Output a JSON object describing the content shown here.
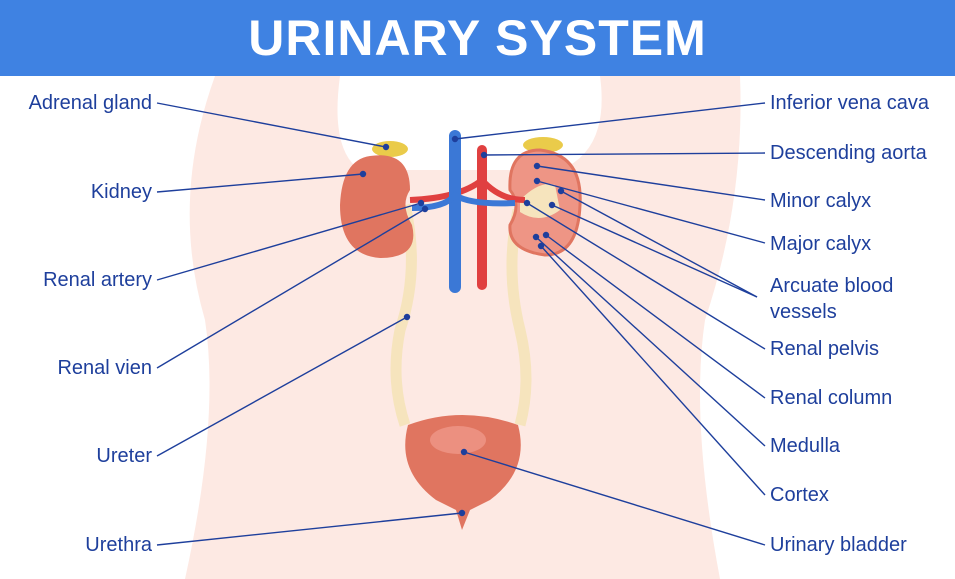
{
  "title": "URINARY SYSTEM",
  "left_labels": [
    "Adrenal gland",
    "Kidney",
    "Renal artery",
    "Renal vien",
    "Ureter",
    "Urethra"
  ],
  "right_labels": [
    "Inferior vena cava",
    "Descending aorta",
    "Minor calyx",
    "Major calyx",
    "Arcuate blood vessels",
    "Renal pelvis",
    "Renal column",
    "Medulla",
    "Cortex",
    "Urinary bladder"
  ],
  "colors": {
    "banner": "#3f82e2",
    "leader": "#1e3f9c",
    "body": "#fde9e3",
    "kidney": "#e07560",
    "vein": "#3b78d6",
    "artery": "#e04040",
    "ureter": "#f6e4bd",
    "adrenal": "#eacb4a"
  }
}
